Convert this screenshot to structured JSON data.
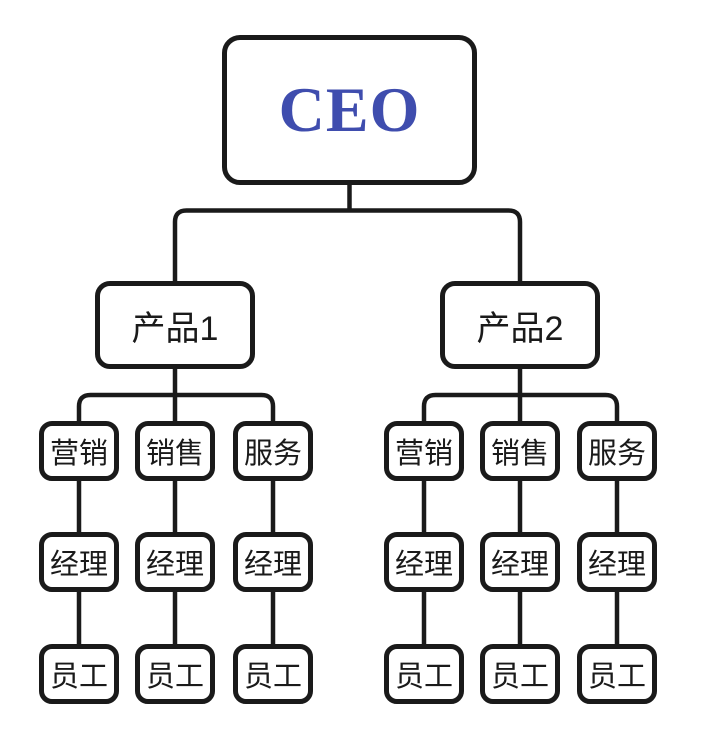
{
  "colors": {
    "line": "#1a1a1a",
    "box_border": "#1a1a1a",
    "box_fill": "#ffffff",
    "ceo_text": "#3f4dae",
    "node_text": "#1a1a1a",
    "background": "#ffffff"
  },
  "org": {
    "root": {
      "label": "CEO"
    },
    "branches": [
      {
        "label": "产品1",
        "departments": [
          {
            "label": "营销",
            "manager": "经理",
            "staff": "员工"
          },
          {
            "label": "销售",
            "manager": "经理",
            "staff": "员工"
          },
          {
            "label": "服务",
            "manager": "经理",
            "staff": "员工"
          }
        ]
      },
      {
        "label": "产品2",
        "departments": [
          {
            "label": "营销",
            "manager": "经理",
            "staff": "员工"
          },
          {
            "label": "销售",
            "manager": "经理",
            "staff": "员工"
          },
          {
            "label": "服务",
            "manager": "经理",
            "staff": "员工"
          }
        ]
      }
    ]
  }
}
